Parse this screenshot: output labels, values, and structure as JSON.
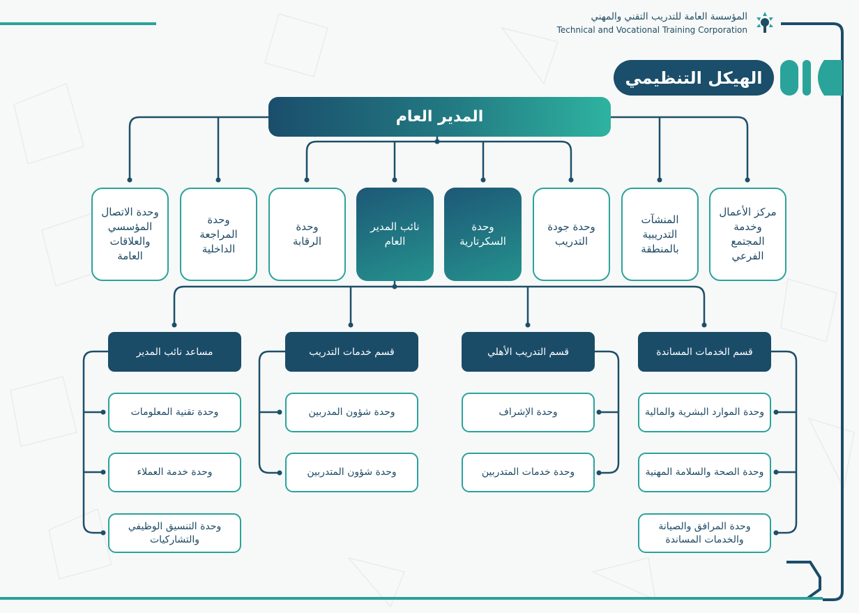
{
  "header": {
    "org_name_ar": "المؤسسة العامة للتدريب التقني والمهني",
    "org_name_en": "Technical and Vocational Training Corporation",
    "page_title": "الهيكل التنظيمي"
  },
  "chart": {
    "general_manager": "المدير العام",
    "level1": [
      "وحدة الاتصال\nالمؤسسي\nوالعلاقات\nالعامة",
      "وحدة\nالمراجعة\nالداخلية",
      "وحدة\nالرقابة",
      "نائب المدير\nالعام",
      "وحدة\nالسكرتارية",
      "وحدة جودة\nالتدريب",
      "المنشآت\nالتدريبية\nبالمنطقة",
      "مركز الأعمال\nوخدمة\nالمجتمع\nالفرعي"
    ],
    "departments": [
      {
        "title": "مساعد نائب المدير",
        "units": [
          "وحدة تقنية المعلومات",
          "وحدة خدمة العملاء",
          "وحدة التنسيق الوظيفي\nوالتشاركيات"
        ]
      },
      {
        "title": "قسم خدمات التدريب",
        "units": [
          "وحدة شؤون المدربين",
          "وحدة شؤون المتدربين"
        ]
      },
      {
        "title": "قسم التدريب الأهلي",
        "units": [
          "وحدة الإشراف",
          "وحدة خدمات المتدربين"
        ]
      },
      {
        "title": "قسم الخدمات المساندة",
        "units": [
          "وحدة الموارد البشرية والمالية",
          "وحدة الصحة والسلامة المهنية",
          "وحدة المرافق والصيانة\nوالخدمات المساندة"
        ]
      }
    ]
  },
  "colors": {
    "navy": "#1a4c68",
    "teal": "#2aa39a",
    "line": "#1d4f68"
  }
}
